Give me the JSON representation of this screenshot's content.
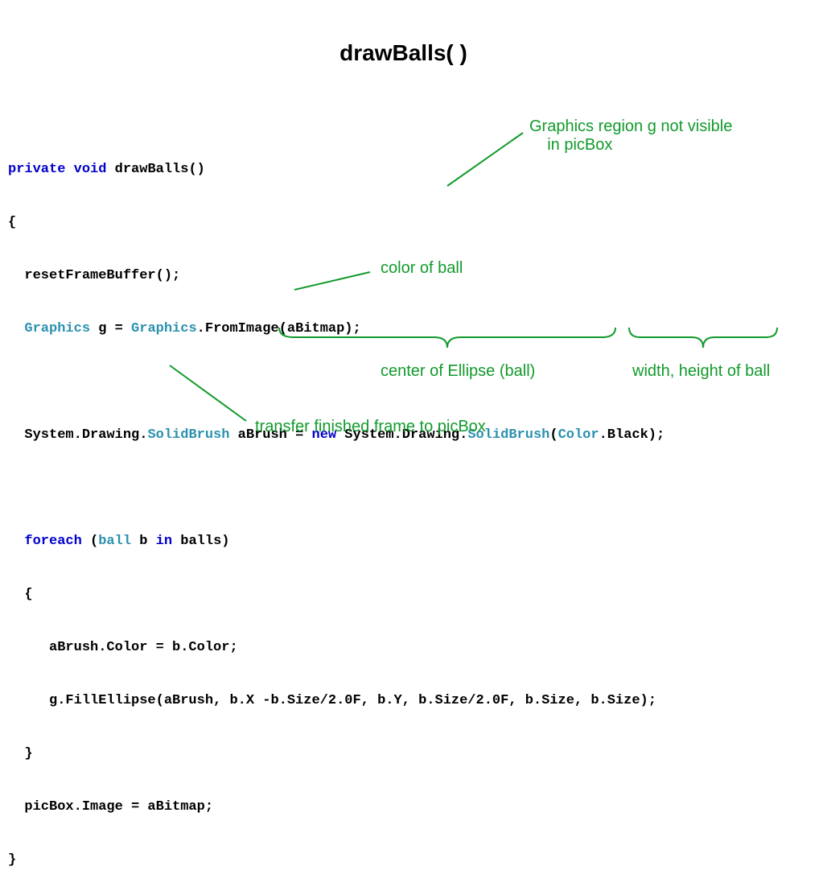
{
  "title": "drawBalls( )",
  "colors": {
    "keyword": "#0000cc",
    "type": "#2b91af",
    "annotation": "#119a2b",
    "text": "#000000"
  },
  "code": {
    "line1": {
      "kw1": "private",
      "kw2": "void",
      "rest": " drawBalls()"
    },
    "line2": "{",
    "line3": "  resetFrameBuffer();",
    "line4": {
      "t1": "Graphics",
      "mid": " g = ",
      "t2": "Graphics",
      "rest": ".FromImage(aBitmap);"
    },
    "line6": {
      "pre1": "  System.Drawing.",
      "t1": "SolidBrush",
      "mid1": " aBrush = ",
      "kw": "new",
      "mid2": " System.Drawing.",
      "t2": "SolidBrush",
      "mid3": "(",
      "t3": "Color",
      "rest": ".Black);"
    },
    "line8": {
      "kw1": "foreach",
      "mid1": " (",
      "t1": "ball",
      "mid2": " b ",
      "kw2": "in",
      "rest": " balls)"
    },
    "line9": "  {",
    "line10": "     aBrush.Color = b.Color;",
    "line11": "     g.FillEllipse(aBrush, b.X -b.Size/2.0F, b.Y, b.Size/2.0F, b.Size, b.Size);",
    "line12": "  }",
    "line13": "  picBox.Image = aBitmap;",
    "line14": "}"
  },
  "annotations": {
    "graphics_region": "Graphics region g not visible\n    in picBox",
    "color_of_ball": "color of ball",
    "center_of_ellipse": "center of Ellipse (ball)",
    "width_height": "width, height of ball",
    "transfer_frame": "transfer finished frame to picBox"
  }
}
